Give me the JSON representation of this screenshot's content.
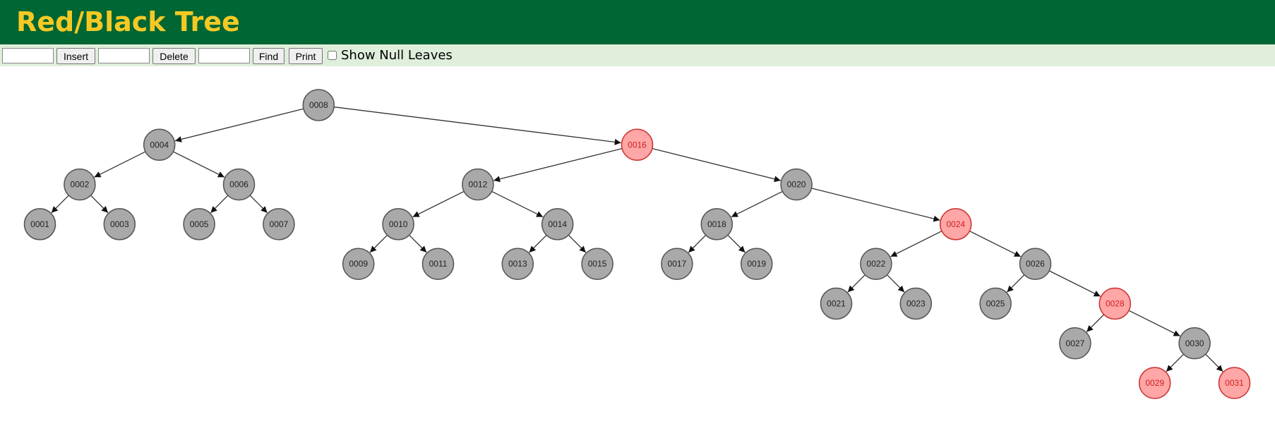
{
  "header": {
    "title": "Red/Black Tree"
  },
  "toolbar": {
    "insert_input_value": "",
    "insert_label": "Insert",
    "delete_input_value": "",
    "delete_label": "Delete",
    "find_input_value": "",
    "find_label": "Find",
    "print_label": "Print",
    "show_null_leaves_label": "Show Null Leaves",
    "show_null_leaves_checked": false
  },
  "colors": {
    "header_bg": "#006633",
    "title": "#f5c924",
    "toolbar_bg": "#e0efdc",
    "black_node_fill": "#a9a9a9",
    "black_node_stroke": "#555555",
    "red_node_fill": "#ffa6a6",
    "red_node_stroke": "#cc3333",
    "red_node_text": "#cc2222",
    "edge": "#333333"
  },
  "tree": {
    "root": "0008",
    "nodes": [
      {
        "key": "0008",
        "color": "black",
        "left": "0004",
        "right": "0016"
      },
      {
        "key": "0004",
        "color": "black",
        "left": "0002",
        "right": "0006"
      },
      {
        "key": "0002",
        "color": "black",
        "left": "0001",
        "right": "0003"
      },
      {
        "key": "0001",
        "color": "black",
        "left": null,
        "right": null
      },
      {
        "key": "0003",
        "color": "black",
        "left": null,
        "right": null
      },
      {
        "key": "0006",
        "color": "black",
        "left": "0005",
        "right": "0007"
      },
      {
        "key": "0005",
        "color": "black",
        "left": null,
        "right": null
      },
      {
        "key": "0007",
        "color": "black",
        "left": null,
        "right": null
      },
      {
        "key": "0016",
        "color": "red",
        "left": "0012",
        "right": "0020"
      },
      {
        "key": "0012",
        "color": "black",
        "left": "0010",
        "right": "0014"
      },
      {
        "key": "0010",
        "color": "black",
        "left": "0009",
        "right": "0011"
      },
      {
        "key": "0009",
        "color": "black",
        "left": null,
        "right": null
      },
      {
        "key": "0011",
        "color": "black",
        "left": null,
        "right": null
      },
      {
        "key": "0014",
        "color": "black",
        "left": "0013",
        "right": "0015"
      },
      {
        "key": "0013",
        "color": "black",
        "left": null,
        "right": null
      },
      {
        "key": "0015",
        "color": "black",
        "left": null,
        "right": null
      },
      {
        "key": "0020",
        "color": "black",
        "left": "0018",
        "right": "0024"
      },
      {
        "key": "0018",
        "color": "black",
        "left": "0017",
        "right": "0019"
      },
      {
        "key": "0017",
        "color": "black",
        "left": null,
        "right": null
      },
      {
        "key": "0019",
        "color": "black",
        "left": null,
        "right": null
      },
      {
        "key": "0024",
        "color": "red",
        "left": "0022",
        "right": "0026"
      },
      {
        "key": "0022",
        "color": "black",
        "left": "0021",
        "right": "0023"
      },
      {
        "key": "0021",
        "color": "black",
        "left": null,
        "right": null
      },
      {
        "key": "0023",
        "color": "black",
        "left": null,
        "right": null
      },
      {
        "key": "0026",
        "color": "black",
        "left": "0025",
        "right": "0028"
      },
      {
        "key": "0025",
        "color": "black",
        "left": null,
        "right": null
      },
      {
        "key": "0028",
        "color": "red",
        "left": "0027",
        "right": "0030"
      },
      {
        "key": "0027",
        "color": "black",
        "left": null,
        "right": null
      },
      {
        "key": "0030",
        "color": "black",
        "left": "0029",
        "right": "0031"
      },
      {
        "key": "0029",
        "color": "red",
        "left": null,
        "right": null
      },
      {
        "key": "0031",
        "color": "red",
        "left": null,
        "right": null
      }
    ]
  }
}
